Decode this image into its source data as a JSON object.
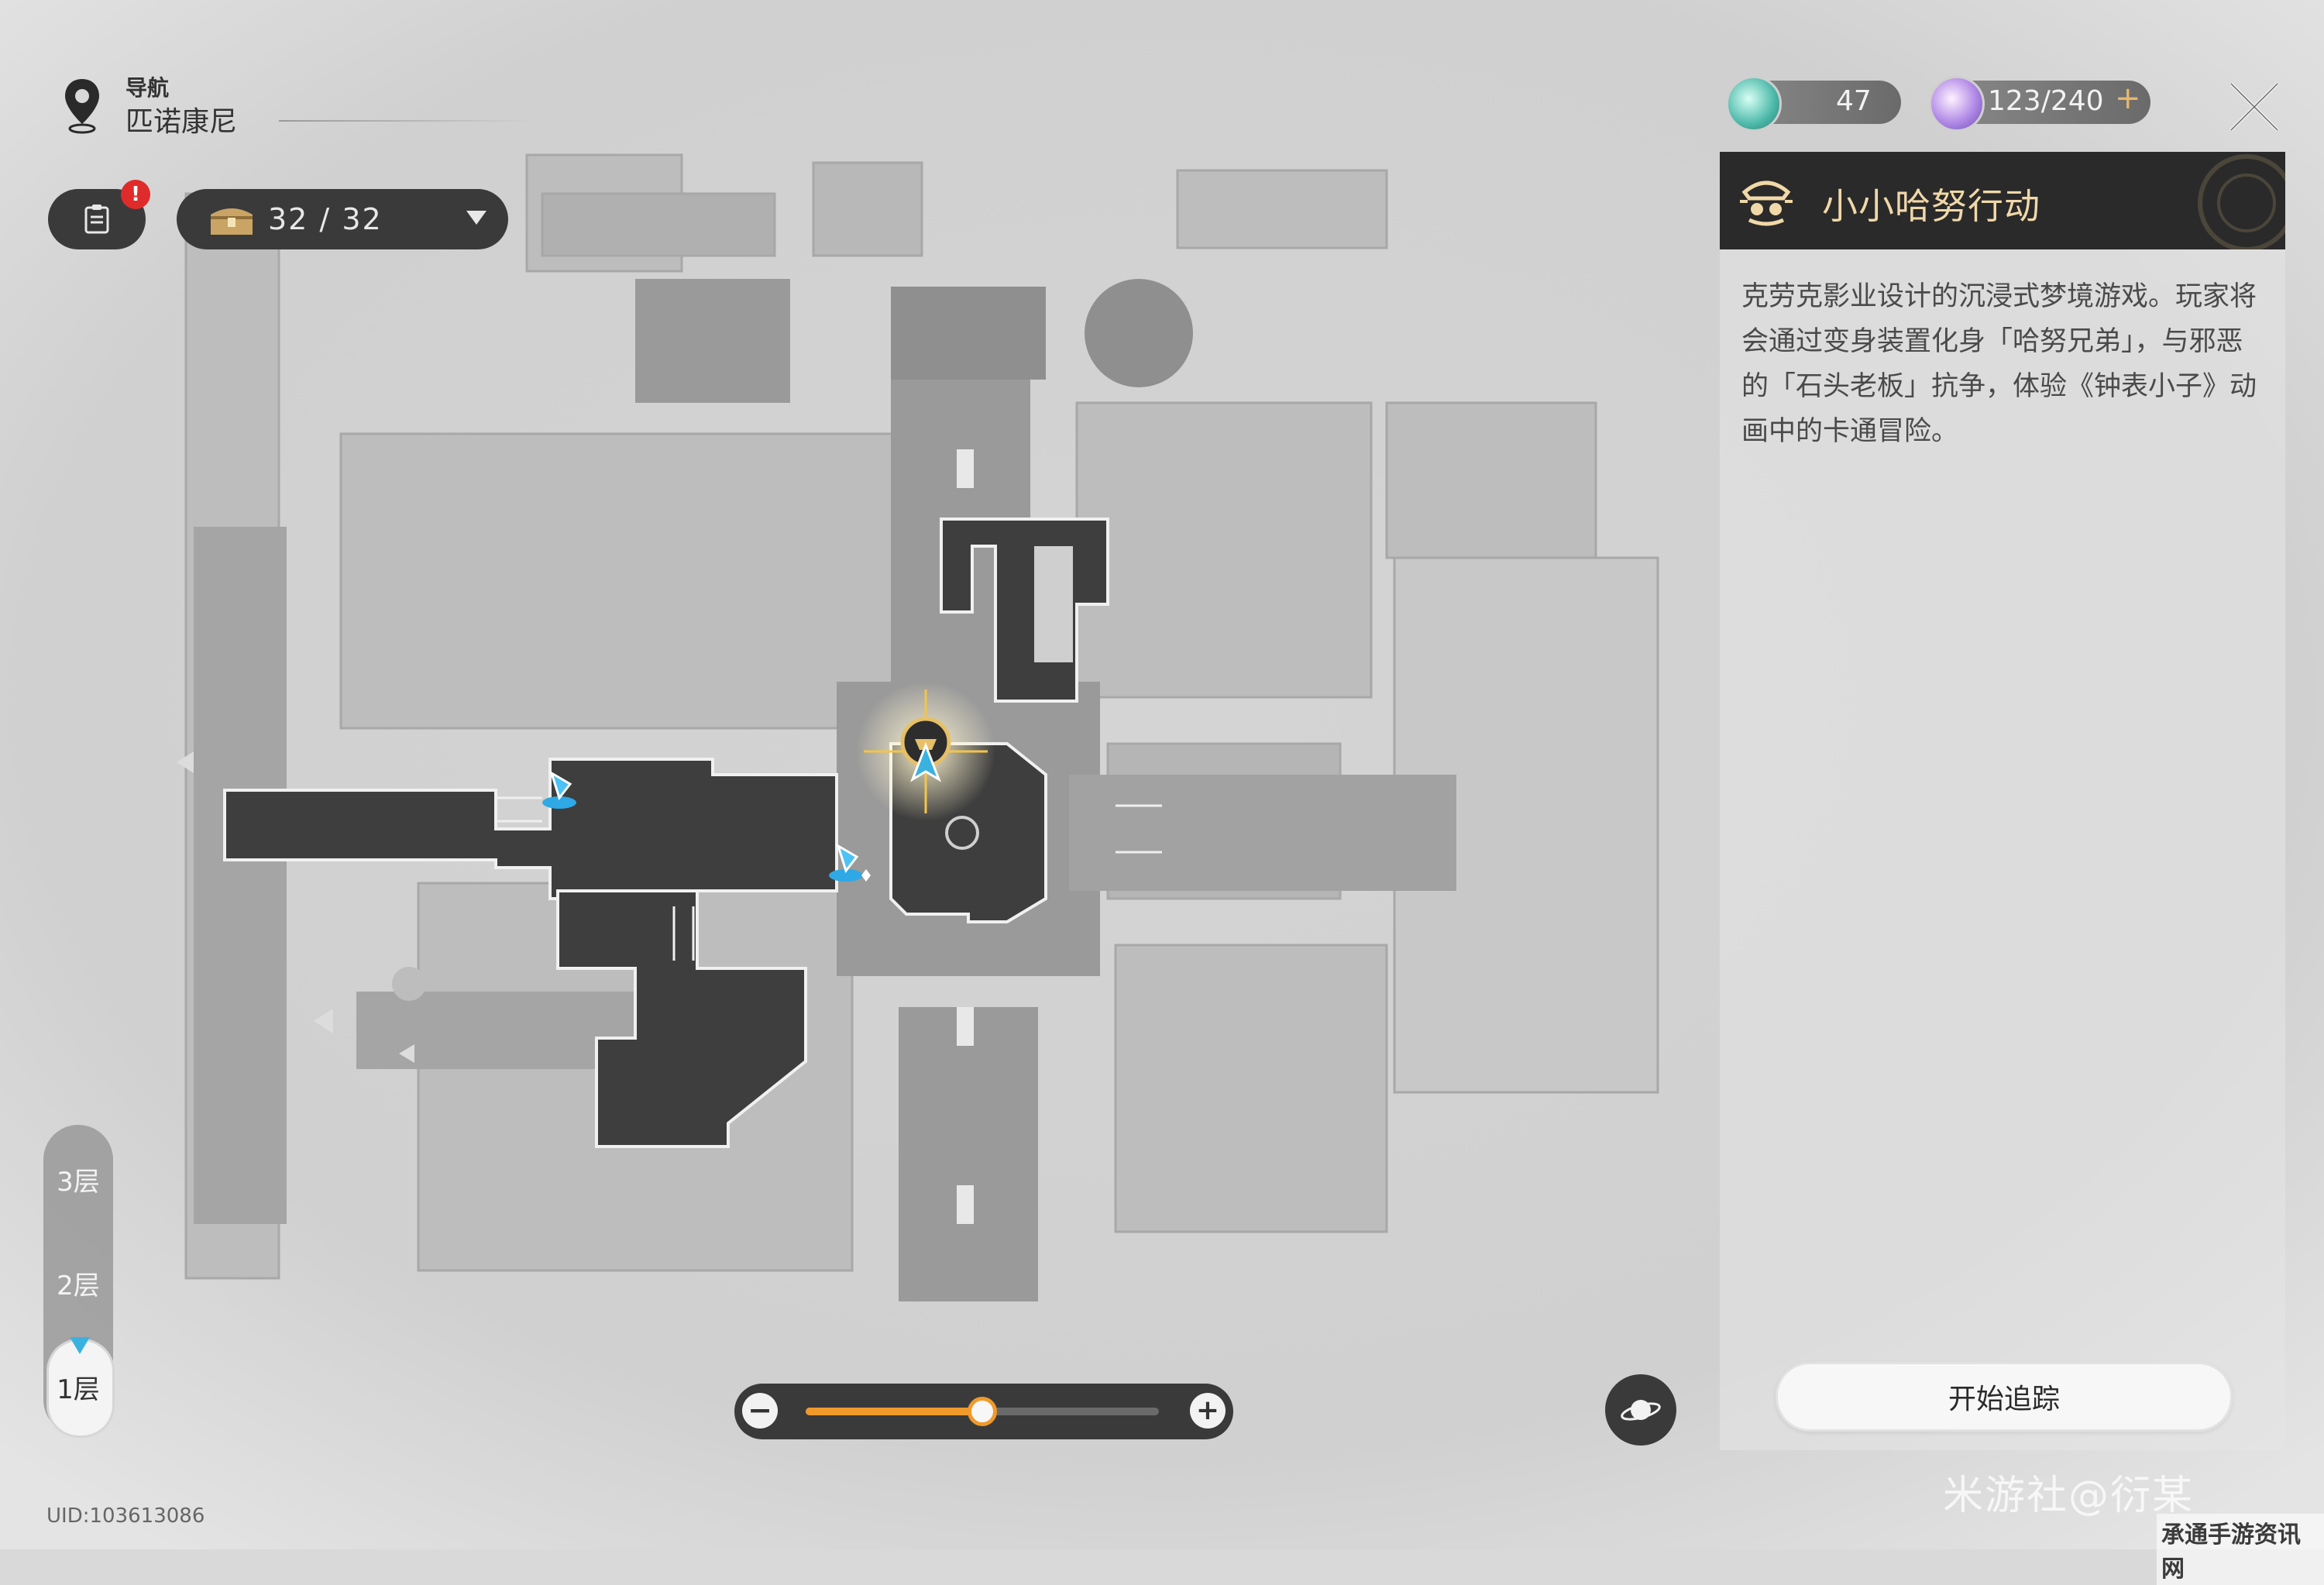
{
  "navigation": {
    "label": "导航",
    "region": "匹诺康尼"
  },
  "treasure": {
    "count": "32 / 32"
  },
  "resources": {
    "trailblaze_fuel": "47",
    "trailblaze_power": "123/240"
  },
  "panel": {
    "title": "小小哈努行动",
    "description": "克劳克影业设计的沉浸式梦境游戏。玩家将会通过变身装置化身「哈努兄弟」，与邪恶的「石头老板」抗争，体验《钟表小子》动画中的卡通冒险。",
    "track_button": "开始追踪"
  },
  "floors": {
    "floor3": "3层",
    "floor2": "2层",
    "floor1": "1层",
    "current": "1层"
  },
  "zoom": {
    "level": 0.5
  },
  "uid": "UID:103613086",
  "watermark": "米游社@衍某",
  "site_logo": "承通手游资讯网",
  "colors": {
    "accent_orange": "#f09a2a",
    "player_blue": "#3ab2e0",
    "alert_red": "#e02b2b",
    "header_gold": "#f0d8a8"
  }
}
